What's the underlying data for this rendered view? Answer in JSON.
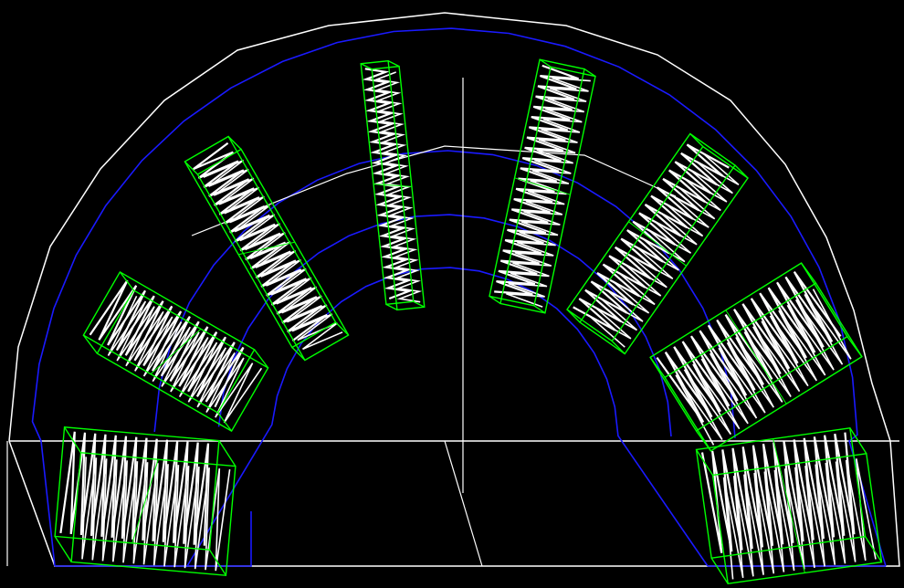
{
  "viewport": {
    "background": "#000000",
    "colors": {
      "outline": "#ffffff",
      "iron": "#1a1aff",
      "coil_box": "#00ff00",
      "winding": "#ffffff"
    }
  },
  "model": {
    "description_icon": "cad-wireframe",
    "slot_count": 8,
    "winding_style": "zigzag-hatch"
  }
}
